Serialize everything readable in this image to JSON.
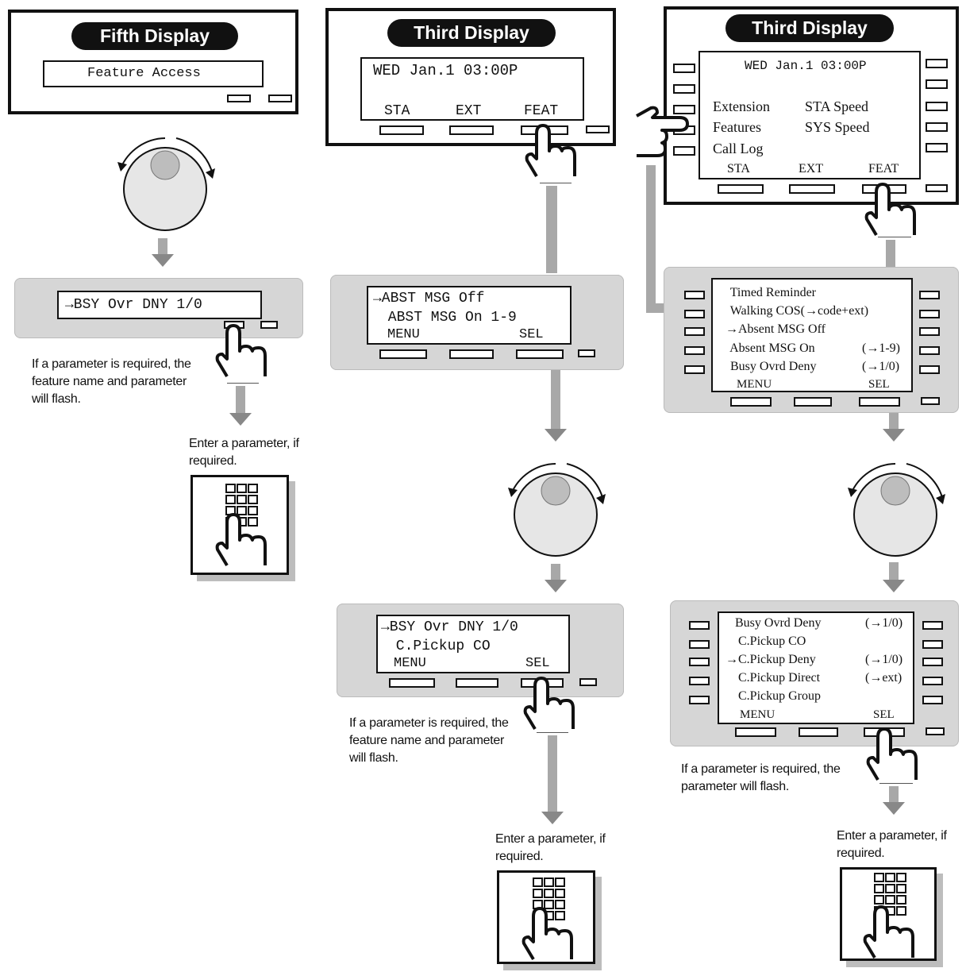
{
  "col1": {
    "badge": "Fifth Display",
    "top_screen": "Feature Access",
    "lcd_line": "→BSY Ovr DNY 1/0",
    "note": "If a parameter is required, the feature name and parameter will flash.",
    "enter_note": "Enter a parameter, if required."
  },
  "col2": {
    "badge": "Third Display",
    "top_line": "WED Jan.1 03:00P",
    "softkeys": [
      "STA",
      "EXT",
      "FEAT"
    ],
    "lcd1": [
      "→ABST MSG Off",
      " ABST MSG On 1-9"
    ],
    "lcd1_menu": "MENU",
    "lcd1_sel": "SEL",
    "lcd2": [
      "→BSY Ovr DNY 1/0",
      " C.Pickup CO"
    ],
    "lcd2_menu": "MENU",
    "lcd2_sel": "SEL",
    "note": "If a parameter is required, the feature name and parameter will flash.",
    "enter_note": "Enter a parameter, if required."
  },
  "col3": {
    "badge": "Third Display",
    "top_line": "WED Jan.1 03:00P",
    "menu_left": [
      "Extension",
      "Features",
      "Call Log"
    ],
    "menu_right": [
      "STA Speed",
      "SYS Speed"
    ],
    "softkeys": [
      "STA",
      "EXT",
      "FEAT"
    ],
    "list1": [
      {
        "label": " Timed Reminder",
        "param": ""
      },
      {
        "label": " Walking COS(→code+ext)",
        "param": ""
      },
      {
        "label": "→Absent MSG Off",
        "param": ""
      },
      {
        "label": " Absent MSG On",
        "param": "(→1-9)"
      },
      {
        "label": " Busy Ovrd Deny",
        "param": "(→1/0)"
      }
    ],
    "list1_menu": "MENU",
    "list1_sel": "SEL",
    "list2": [
      {
        "label": " Busy Ovrd Deny",
        "param": "(→1/0)"
      },
      {
        "label": " C.Pickup CO",
        "param": ""
      },
      {
        "label": "→C.Pickup Deny",
        "param": "(→1/0)"
      },
      {
        "label": " C.Pickup Direct",
        "param": "(→ext)"
      },
      {
        "label": " C.Pickup Group",
        "param": ""
      }
    ],
    "list2_menu": "MENU",
    "list2_sel": "SEL",
    "note": "If a parameter is required, the parameter will flash.",
    "enter_note": "Enter a parameter, if required."
  }
}
